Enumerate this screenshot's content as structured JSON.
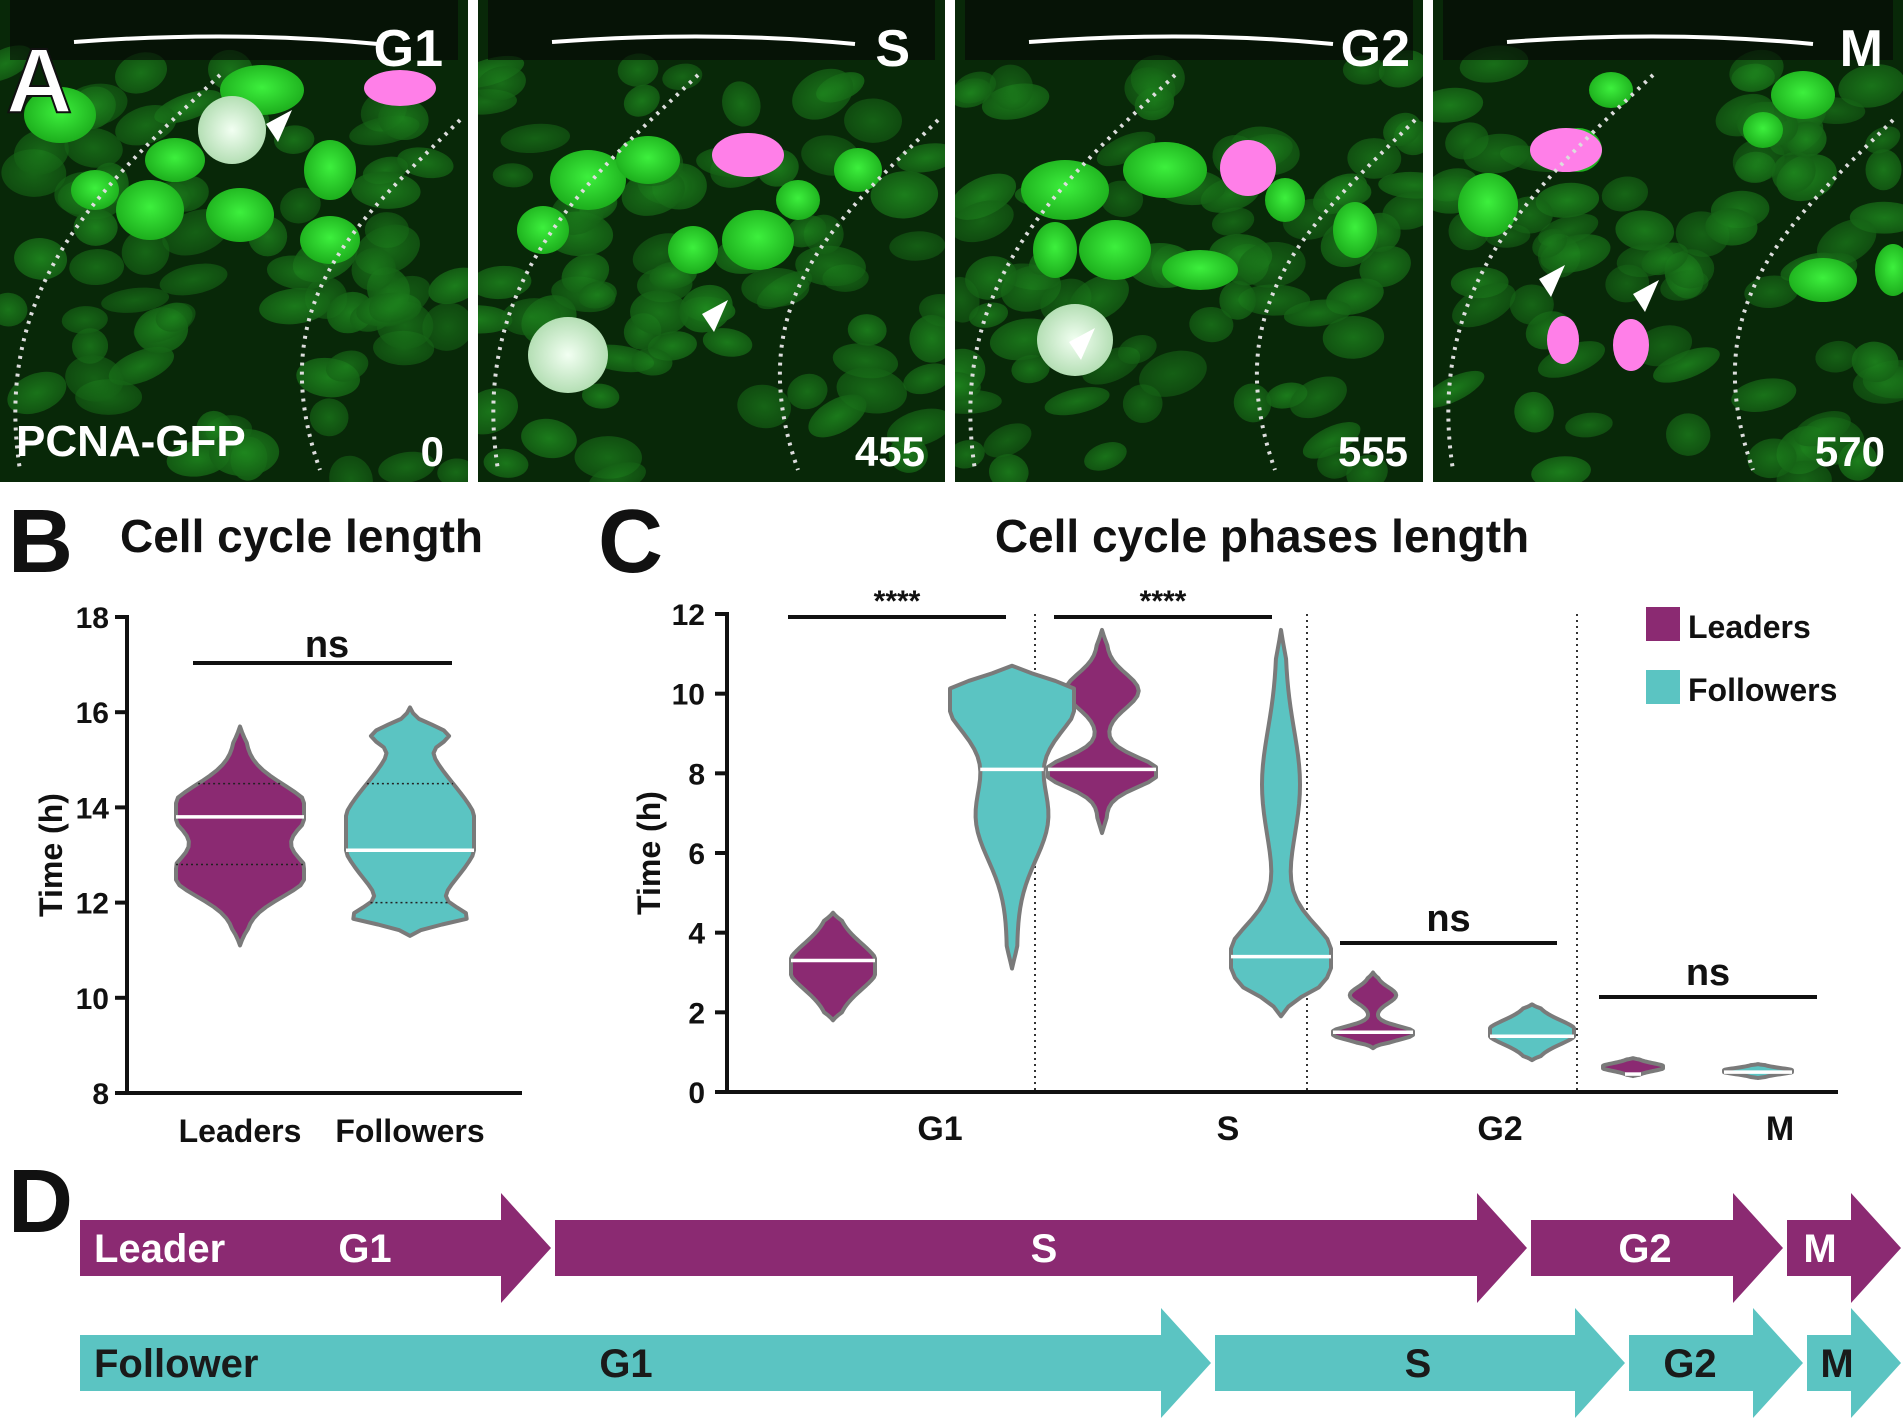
{
  "panel_a": {
    "letter": "A",
    "marker_label": "PCNA-GFP",
    "frames": [
      {
        "phase": "G1",
        "time": "0"
      },
      {
        "phase": "S",
        "time": "455"
      },
      {
        "phase": "G2",
        "time": "555"
      },
      {
        "phase": "M",
        "time": "570"
      }
    ],
    "colors": {
      "background": "#082808",
      "nucleus": "#27d427",
      "labelled": "#ff7fe8"
    }
  },
  "panel_b": {
    "letter": "B"
  },
  "panel_c": {
    "letter": "C"
  },
  "panel_d": {
    "letter": "D",
    "rows": [
      {
        "label": "Leader",
        "color": "#8b2a72",
        "text_color": "#ffffff",
        "segments": [
          "G1",
          "S",
          "G2",
          "M"
        ]
      },
      {
        "label": "Follower",
        "color": "#5bc4c2",
        "text_color": "#1a1a1a",
        "segments": [
          "G1",
          "S",
          "G2",
          "M"
        ]
      }
    ]
  },
  "chart_data": [
    {
      "type": "violin",
      "title": "Cell cycle length",
      "ylabel": "Time (h)",
      "ylim": [
        8,
        18
      ],
      "yticks": [
        "8",
        "10",
        "12",
        "14",
        "16",
        "18"
      ],
      "categories": [
        "Leaders",
        "Followers"
      ],
      "annotations": [
        "ns"
      ],
      "series": [
        {
          "category": "Leaders",
          "color": "#8b2a72",
          "median": 13.8,
          "q1": 12.8,
          "q3": 14.5,
          "min": 11.1,
          "max": 15.7
        },
        {
          "category": "Followers",
          "color": "#5bc4c2",
          "median": 13.1,
          "q1": 12.0,
          "q3": 14.5,
          "min": 11.3,
          "max": 16.1
        }
      ]
    },
    {
      "type": "violin",
      "title": "Cell cycle phases length",
      "ylabel": "Time (h)",
      "ylim": [
        0,
        12
      ],
      "yticks": [
        "0",
        "2",
        "4",
        "6",
        "8",
        "10",
        "12"
      ],
      "categories": [
        "G1",
        "S",
        "G2",
        "M"
      ],
      "legend": {
        "position": "top-right",
        "entries": [
          "Leaders",
          "Followers"
        ]
      },
      "annotations": [
        "****",
        "****",
        "ns",
        "ns"
      ],
      "series": [
        {
          "name": "Leaders",
          "color": "#8b2a72",
          "values": [
            {
              "phase": "G1",
              "median": 3.3,
              "min": 1.8,
              "max": 4.5
            },
            {
              "phase": "S",
              "median": 8.1,
              "min": 6.5,
              "max": 11.6
            },
            {
              "phase": "G2",
              "median": 1.5,
              "min": 1.1,
              "max": 3.0
            },
            {
              "phase": "M",
              "median": 0.45,
              "min": 0.4,
              "max": 0.85
            }
          ]
        },
        {
          "name": "Followers",
          "color": "#5bc4c2",
          "values": [
            {
              "phase": "G1",
              "median": 8.1,
              "min": 3.1,
              "max": 10.7
            },
            {
              "phase": "S",
              "median": 3.4,
              "min": 1.9,
              "max": 11.6
            },
            {
              "phase": "G2",
              "median": 1.4,
              "min": 0.8,
              "max": 2.2
            },
            {
              "phase": "M",
              "median": 0.5,
              "min": 0.35,
              "max": 0.7
            }
          ]
        }
      ]
    }
  ]
}
